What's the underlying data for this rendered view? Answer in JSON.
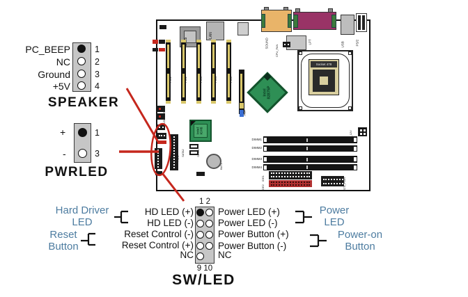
{
  "colors": {
    "annotation_red": "#c5271d",
    "callout_blue": "#4d7ca0",
    "connector_gray": "#c6c6c6",
    "chip_green": "#2e8f55",
    "socket_tan": "#d9cf9f",
    "slot_yellow": "#d9c76a",
    "ide_red": "#b13131",
    "io_orange": "#e9b469",
    "io_purple": "#993366"
  },
  "speaker": {
    "title": "SPEAKER",
    "pins": [
      {
        "label": "PC_BEEP",
        "number": "1",
        "filled": true
      },
      {
        "label": "NC",
        "number": "2",
        "filled": false
      },
      {
        "label": "Ground",
        "number": "3",
        "filled": false
      },
      {
        "label": "+5V",
        "number": "4",
        "filled": false
      }
    ]
  },
  "pwrled": {
    "title": "PWRLED",
    "pins": [
      {
        "label": "+",
        "number": "1",
        "filled": true
      },
      {
        "label": "-",
        "number": "3",
        "filled": false
      }
    ]
  },
  "swled": {
    "title": "SW/LED",
    "pin_row_top": "1 2",
    "pin_row_bottom": "9 10",
    "left_labels": [
      "HD LED (+)",
      "HD LED (-)",
      "Reset Control (-)",
      "Reset Control (+)",
      "NC"
    ],
    "right_labels": [
      "Power LED (+)",
      "Power LED (-)",
      "Power Button (+)",
      "Power Button (-)",
      "NC"
    ],
    "callouts": {
      "hard_drive_led": "Hard Driver\nLED",
      "reset_button": "Reset\nButton",
      "power_led": "Power\nLED",
      "power_on_button": "Power-on\nButton"
    }
  },
  "board": {
    "bios": "BIOS",
    "lan": "LAN",
    "northbridge": "Intel\n82875P",
    "southbridge": "Intel\nICH5",
    "cpu_socket": "Socket 478",
    "pci_slots": [
      "PCI1",
      "PCI2",
      "PCI3",
      "PCI4",
      "PCI5"
    ],
    "agp": "AGP",
    "dimm_slots": [
      "DIMM1",
      "DIMM2",
      "DIMM3",
      "DIMM4"
    ],
    "fdc": "FDC",
    "sata": [
      "SATA1",
      "SATA2"
    ],
    "ide": [
      "IDE1",
      "IDE2"
    ],
    "atx_power": "ATX_PWR",
    "atx_12v": "ATX_12V",
    "cpu_fan": "CPU_FAN",
    "battery": "BAT1",
    "rear_io": {
      "sound": "SOUND",
      "lpt": "LPT",
      "usb": "USB",
      "ps2": "PS/2"
    },
    "front_usb_headers": [
      "USB2",
      "USB3"
    ]
  }
}
